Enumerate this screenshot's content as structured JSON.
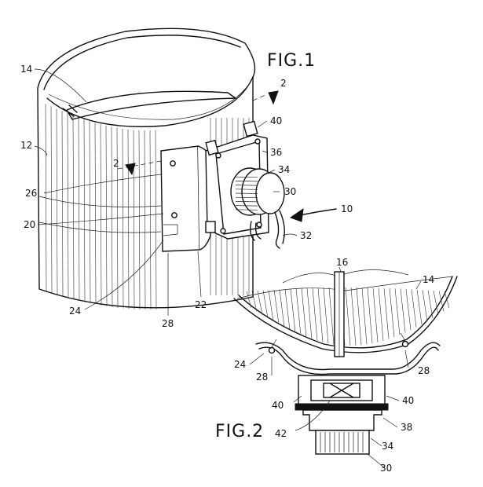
{
  "figures": [
    {
      "id": "fig1",
      "title": "FIG.1"
    },
    {
      "id": "fig2",
      "title": "FIG.2"
    }
  ],
  "labels": {
    "fig1": {
      "l14": "14",
      "l12": "12",
      "l2a": "2",
      "l2b": "2",
      "l26": "26",
      "l20": "20",
      "l40": "40",
      "l36": "36",
      "l34": "34",
      "l30": "30",
      "l10": "10",
      "l32": "32",
      "l24": "24",
      "l28": "28",
      "l22": "22"
    },
    "fig2": {
      "l16": "16",
      "l14": "14",
      "l24": "24",
      "l28a": "28",
      "l28b": "28",
      "l40a": "40",
      "l40b": "40",
      "l42": "42",
      "l38": "38",
      "l34": "34",
      "l30": "30"
    }
  }
}
